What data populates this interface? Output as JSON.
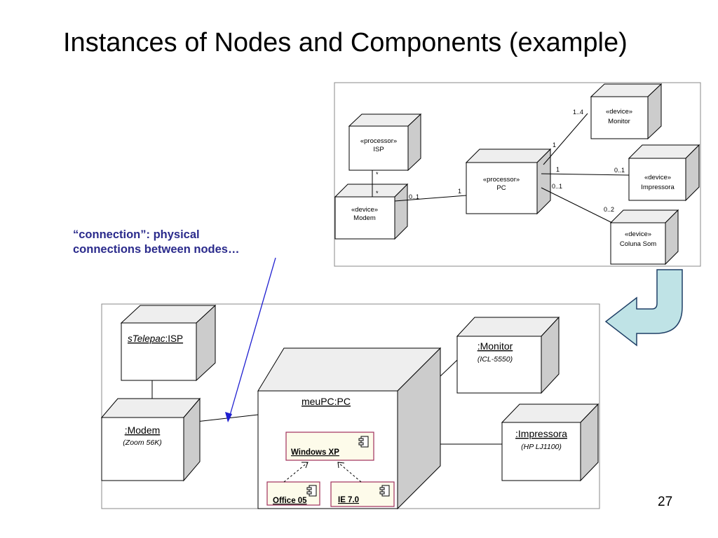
{
  "slide": {
    "title": "Instances of Nodes and Components (example)",
    "annotation_line1": "“connection”: physical",
    "annotation_line2": "connections between nodes…",
    "page_number": "27"
  },
  "class_diagram": {
    "nodes": {
      "isp": {
        "stereotype": "«processor»",
        "name": "ISP"
      },
      "modem": {
        "stereotype": "«device»",
        "name": "Modem"
      },
      "pc": {
        "stereotype": "«processor»",
        "name": "PC"
      },
      "monitor": {
        "stereotype": "«device»",
        "name": "Monitor"
      },
      "impressora": {
        "stereotype": "«device»",
        "name": "Impressora"
      },
      "coluna_som": {
        "stereotype": "«device»",
        "name": "Coluna Som"
      }
    },
    "multiplicities": {
      "isp_modem_top": "*",
      "isp_modem_bottom": "*",
      "modem_pc_near_modem": "0..1",
      "modem_pc_near_pc": "1",
      "pc_monitor_near_monitor": "1..4",
      "pc_monitor_near_pc": "1",
      "pc_impressora_near_pc": "1",
      "pc_impressora_near_impressora": "0..1",
      "pc_coluna_near_pc": "0..1",
      "pc_coluna_near_coluna": "0..2"
    }
  },
  "instance_diagram": {
    "telepac": {
      "name_italic": "sTelepac",
      "name_rest": ":ISP"
    },
    "modem": {
      "name": ":Modem",
      "detail": "(Zoom 56K)"
    },
    "pc": {
      "name": "meuPC:PC"
    },
    "monitor": {
      "name": ":Monitor",
      "detail": "(ICL-5550)"
    },
    "impressora": {
      "name": ":Impressora",
      "detail": "(HP LJ1100)"
    },
    "components": {
      "windows": "Windows XP",
      "office": "Office 05",
      "ie": "IE 7.0"
    }
  },
  "colors": {
    "annotation_text": "#2b2b8c",
    "arrow_line": "#1f1fd0",
    "node_side": "#cccccc",
    "node_top": "#eeeeee",
    "component_fill": "#fdfbea",
    "component_border": "#a0305a",
    "big_arrow_fill": "#bfe3e6"
  }
}
